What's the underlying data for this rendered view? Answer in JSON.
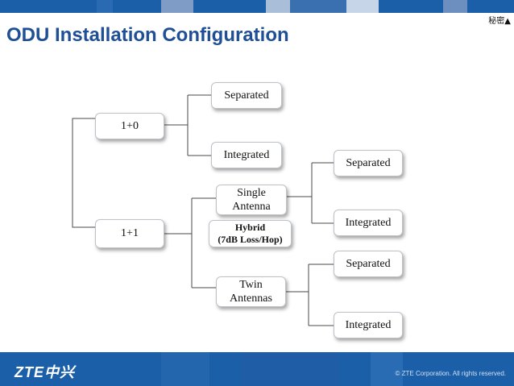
{
  "header": {
    "confidential": "秘密▲",
    "title": "ODU Installation Configuration"
  },
  "diagram": {
    "root_1_0": "1+0",
    "root_1_1": "1+1",
    "node_1_0_separated": "Separated",
    "node_1_0_integrated": "Integrated",
    "node_single_antenna": [
      "Single",
      "Antenna"
    ],
    "node_hybrid": [
      "Hybrid",
      "(7dB Loss/Hop)"
    ],
    "node_twin_antennas": [
      "Twin",
      "Antennas"
    ],
    "node_single_separated": "Separated",
    "node_single_integrated": "Integrated",
    "node_twin_separated": "Separated",
    "node_twin_integrated": "Integrated"
  },
  "footer": {
    "logo": "ZTE中兴",
    "copyright": "© ZTE Corporation. All rights reserved."
  },
  "colors": {
    "title": "#1f4f96",
    "footer": "#1b5fa8",
    "topbar": [
      "#1b5fa8",
      "#6c8fbf",
      "#a9bfd9",
      "#3a6fb0"
    ]
  }
}
